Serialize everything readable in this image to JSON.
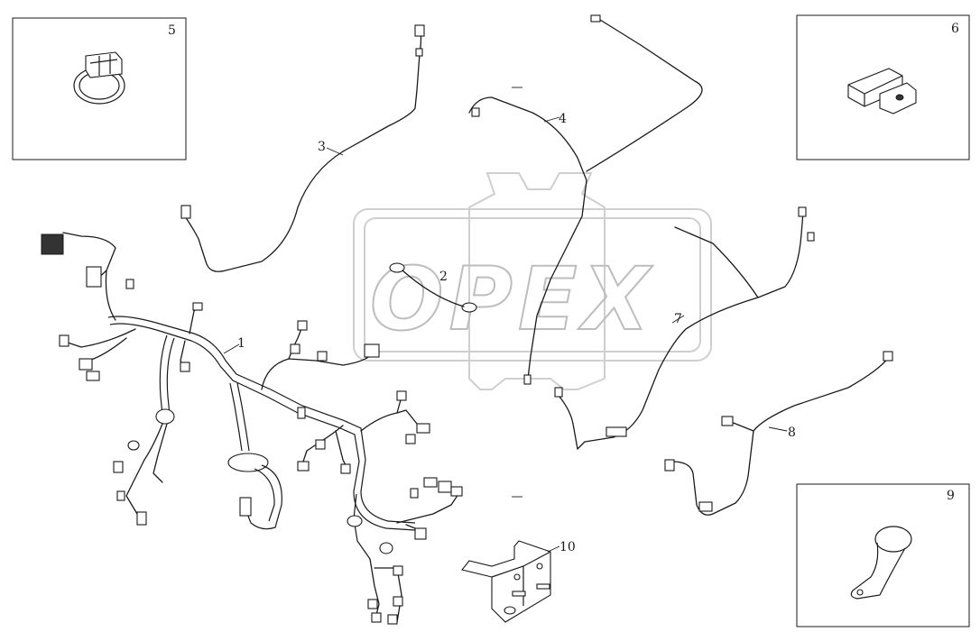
{
  "watermark": {
    "text": "OPEX"
  },
  "callouts": {
    "c1": "1",
    "c2": "2",
    "c3": "3",
    "c4": "4",
    "c5": "5",
    "c6": "6",
    "c7": "7",
    "c8": "8",
    "c9": "9",
    "c10": "10"
  },
  "colors": {
    "line": "#1a1a1a",
    "watermark": "#bdbdbd"
  }
}
